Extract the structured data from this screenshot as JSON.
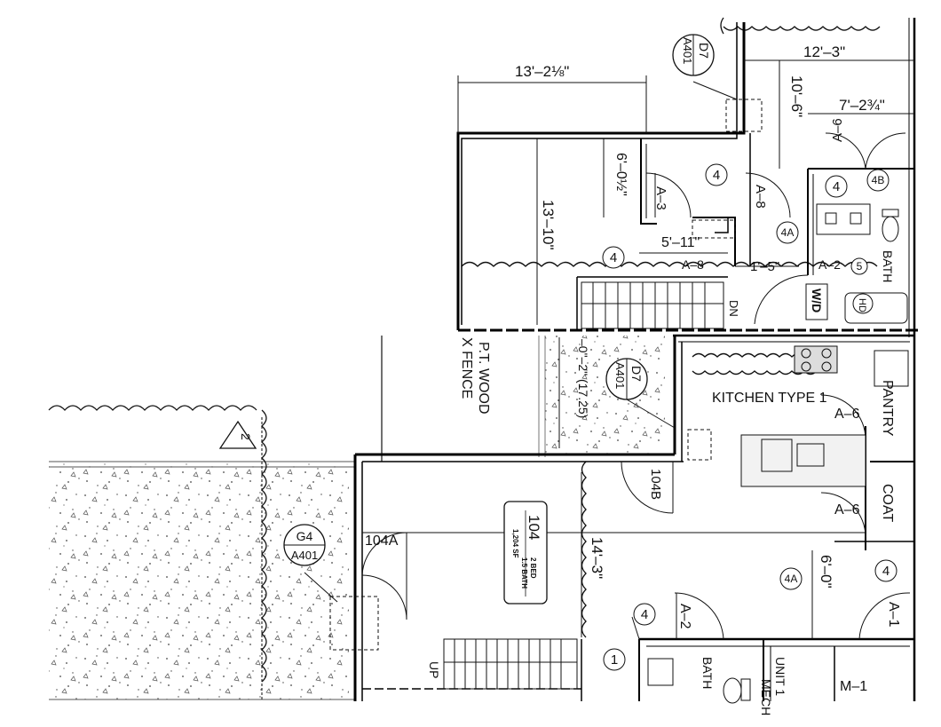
{
  "dimensions": {
    "d1": "13'–2⅛\"",
    "d2": "12'–3\"",
    "d3": "10'–6\"",
    "d4": "7'–2¾\"",
    "d5": "6'–0½\"",
    "d6": "13'–10\"",
    "d7": "5'–11\"",
    "d8": "1'–5\"",
    "d9": "14'–3\"",
    "d10": "6'–0\"",
    "d11": "–0\"–2\" (17.25)"
  },
  "door_tags": {
    "a3": "A–3",
    "a8": "A–8",
    "a8b": "A–8",
    "a2": "A–2",
    "a2b": "A–2",
    "a6": "A–6",
    "a6b": "A–6",
    "a6c": "A–6",
    "a1": "A–1",
    "m1": "M–1"
  },
  "circle_tags": {
    "c4a": "4",
    "c4b": "4",
    "c4c": "4",
    "c4d": "4",
    "c4e": "4",
    "c4A1": "4A",
    "c4A2": "4A",
    "c4B": "4B",
    "c1": "1",
    "c5": "5"
  },
  "section_tags": {
    "d7a_top": "D7",
    "d7a_bot": "A401",
    "d7b_top": "D7",
    "d7b_bot": "A401",
    "g4_top": "G4",
    "g4_bot": "A401"
  },
  "room_tag": {
    "number": "104",
    "bed": "2 BED",
    "bath": "1.5 BATH",
    "area": "1,204 SF"
  },
  "labels": {
    "kitchen": "KITCHEN TYPE 1",
    "pantry": "PANTRY",
    "coat": "COAT",
    "bath_upper": "BATH",
    "bath_lower": "BATH",
    "wd": "W/D",
    "dn": "DN",
    "up": "UP",
    "fence1": "P.T. WOOD",
    "fence2": "X FENCE",
    "unit1": "UNIT 1",
    "mech": "MECH",
    "hd": "HD",
    "door104a": "104A",
    "door104b": "104B",
    "rev": "2"
  }
}
